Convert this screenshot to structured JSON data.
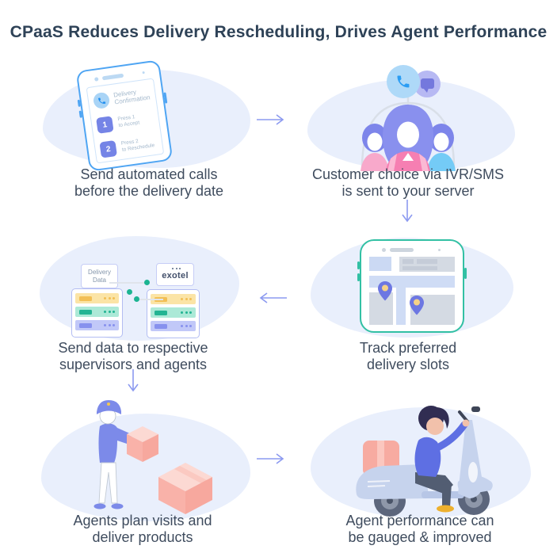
{
  "title": "CPaaS Reduces Delivery Rescheduling, Drives Agent Performance",
  "steps": [
    {
      "name": "send-automated-calls",
      "line1": "Send automated calls",
      "line2": "before the delivery date"
    },
    {
      "name": "customer-choice",
      "line1": "Customer choice via IVR/SMS",
      "line2": "is sent to your server"
    },
    {
      "name": "track-preferred-slots",
      "line1": "Track preferred",
      "line2": "delivery slots"
    },
    {
      "name": "send-data",
      "line1": "Send data to respective",
      "line2": "supervisors and agents"
    },
    {
      "name": "agents-plan-visits",
      "line1": "Agents plan visits and",
      "line2": "deliver products"
    },
    {
      "name": "agent-performance",
      "line1": "Agent performance can",
      "line2": "be gauged & improved"
    }
  ],
  "phone_screen": {
    "app_line1": "Delivery",
    "app_line2": "Confirmation",
    "key1": "1",
    "key1_line1": "Press 1",
    "key1_line2": "to Accept",
    "key2": "2",
    "key2_line1": "Press 2",
    "key2_line2": "to Reschedule"
  },
  "servers": {
    "left_tag_line1": "Delivery",
    "left_tag_line2": "Data",
    "right_tag": "exotel"
  },
  "icons": {
    "arrow_right": "thin right chevron arrow",
    "arrow_left": "thin left chevron arrow",
    "arrow_down": "thin down chevron arrow",
    "call_icon": "telephone handset in circle",
    "chat_icon": "speech bubble in circle",
    "map_pin": "teardrop location pin"
  },
  "colors": {
    "blob": "#e9effc",
    "arrow": "#8c9af0",
    "heading": "#2e4257",
    "caption": "#3f4c5e",
    "phone_blue": "#4fa5f3",
    "phone_teal": "#32c0a4",
    "button_purple": "#7584e6",
    "server_yellow": "#f2bf55",
    "server_teal": "#23b493",
    "server_purple": "#8791ee",
    "connector_green": "#1cb492",
    "box_pink": "#f9b2a9",
    "top_pink": "#f67fb2",
    "scooter_body": "#c6d3ed",
    "shirt_blue": "#5e6fe3",
    "shoe_yellow": "#edb02e"
  }
}
